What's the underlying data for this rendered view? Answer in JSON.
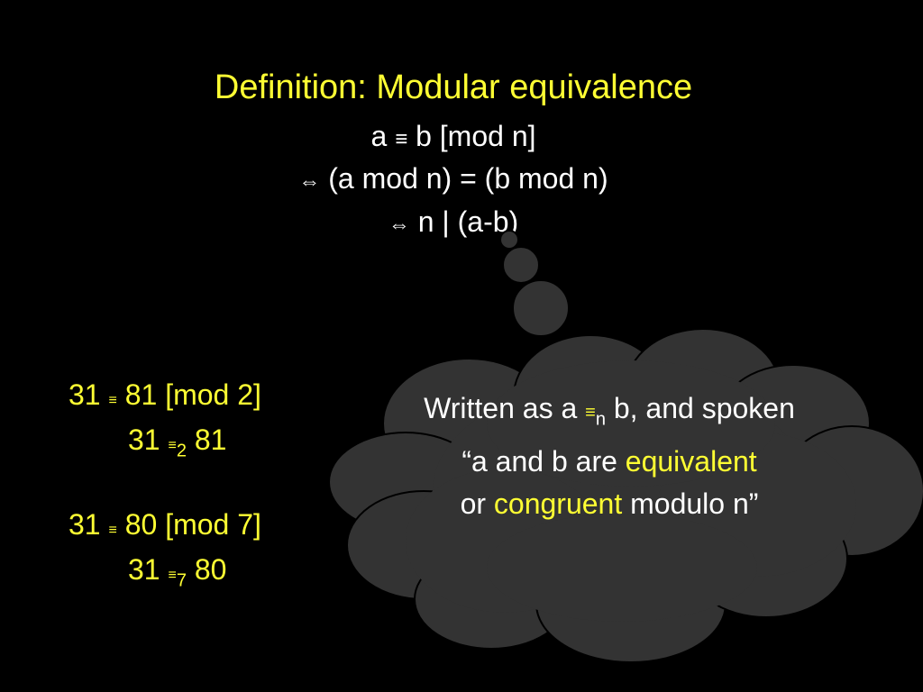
{
  "title": "Definition: Modular equivalence",
  "definition": {
    "line1_a": "a",
    "line1_sym": "≡",
    "line1_rest": "b [mod n]",
    "iff_symbol": "⇔",
    "line2_text": "(a mod n) = (b mod n)",
    "line3_text": "n | (a-b)"
  },
  "examples": [
    {
      "left": "31",
      "sym": "≡",
      "right": "81 [mod 2]"
    },
    {
      "left": "31",
      "sym": "≡",
      "sub": "2",
      "right": "81"
    },
    {
      "left": "31",
      "sym": "≡",
      "right": "80 [mod 7]"
    },
    {
      "left": "31",
      "sym": "≡",
      "sub": "7",
      "right": "80"
    }
  ],
  "bubble": {
    "written_as": "Written as a",
    "sym": "≡",
    "sub": "n",
    "after_sub": "b, and spoken",
    "quote_start": "“a and b are",
    "equivalent": "equivalent",
    "or": "or",
    "congruent": "congruent",
    "modulo": "modulo n”"
  },
  "colors": {
    "background": "#000000",
    "accent": "#ffff33",
    "text": "#ffffff",
    "cloud_fill": "#333333"
  }
}
